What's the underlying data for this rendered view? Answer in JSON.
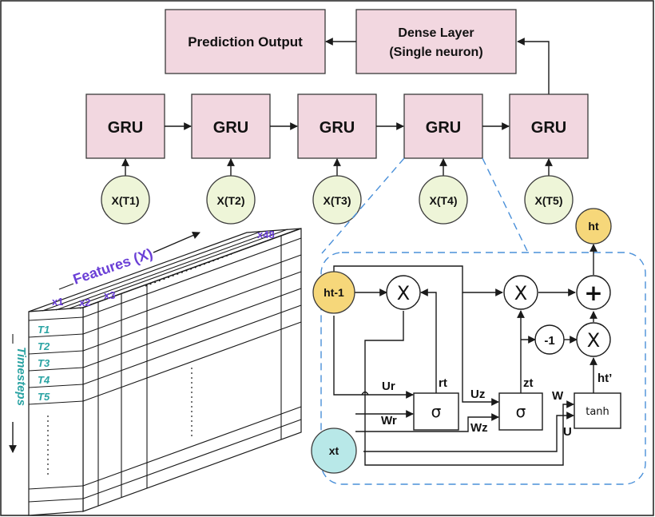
{
  "top": {
    "prediction_output": "Prediction Output",
    "dense_line1": "Dense Layer",
    "dense_line2": "(Single neuron)"
  },
  "gru_chain": {
    "units": [
      "GRU",
      "GRU",
      "GRU",
      "GRU",
      "GRU"
    ],
    "inputs": [
      "X(T1)",
      "X(T2)",
      "X(T3)",
      "X(T4)",
      "X(T5)"
    ]
  },
  "tensor": {
    "features_label": "Features (X)",
    "feature_ticks": [
      "x1",
      "x2",
      "x3",
      "x48"
    ],
    "timesteps_label": "Timesteps",
    "timestep_ticks": [
      "T1",
      "T2",
      "T3",
      "T4",
      "T5"
    ]
  },
  "cell": {
    "h_prev": "ht-1",
    "x_t": "xt",
    "h_t": "ht",
    "mult": "X",
    "plus": "+",
    "minus_one": "-1",
    "sigma": "σ",
    "tanh": "tanh",
    "labels": {
      "ur": "Ur",
      "wr": "Wr",
      "rt": "rt",
      "uz": "Uz",
      "wz": "Wz",
      "zt": "zt",
      "w": "W",
      "u": "U",
      "h_tilde": "ht’"
    }
  },
  "colors": {
    "box_fill": "#f2d7e0",
    "input_fill": "#eef5d8",
    "state_fill": "#f6d77a",
    "xt_fill": "#b8e8e8",
    "feature_text": "#6a3fd6",
    "timestep_text": "#2aa3a3",
    "zoom_dash": "#4a90d9"
  }
}
